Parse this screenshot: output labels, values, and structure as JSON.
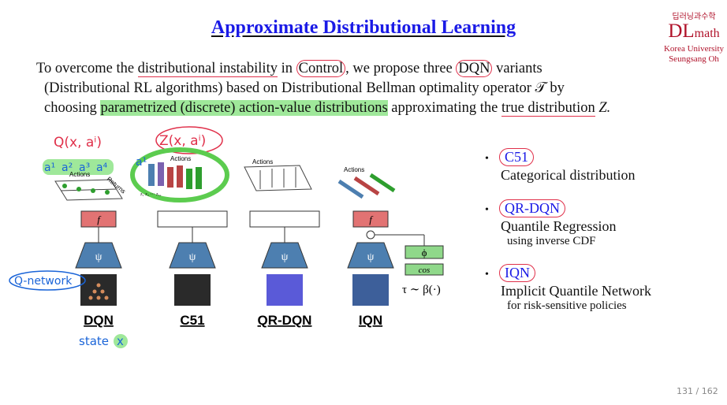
{
  "title": "Approximate Distributional Learning",
  "logo": {
    "korean_top": "딥러닝과수학",
    "dl": "DL",
    "math": "math",
    "university": "Korea University",
    "author": "Seungsang Oh"
  },
  "paragraph": {
    "l1_a": "To overcome the ",
    "l1_b": "distributional instability",
    "l1_c": " in ",
    "l1_d": "Control",
    "l1_e": ", we propose three ",
    "l1_f": "DQN",
    "l1_g": " variants",
    "l2": "(Distributional RL algorithms) based on Distributional Bellman optimality operator 𝒯 by",
    "l3_a": "choosing ",
    "l3_b": "parametrized (discrete) action-value distributions",
    "l3_c": " approximating the ",
    "l3_d": "true distribution",
    "l3_e": " Z."
  },
  "diagram": {
    "panels": [
      {
        "caption": "DQN",
        "f_label": "f"
      },
      {
        "caption": "C51",
        "f_label": ""
      },
      {
        "caption": "QR-DQN",
        "f_label": ""
      },
      {
        "caption": "IQN",
        "f_label": "f"
      }
    ],
    "psi": "ψ",
    "actions": "Actions",
    "returns": "Returns",
    "phi": "ϕ",
    "cos": "cos",
    "tau": "τ ∼ β(·)",
    "annotations": {
      "q": "Q(x, aⁱ)",
      "z": "Z(x, aⁱ)",
      "a_labels": [
        "a¹",
        "a²",
        "a³",
        "a⁴"
      ],
      "c51_a": "a¹",
      "qnet": "Q-network",
      "state": "state",
      "x": "x",
      "z_atoms": "z₁ z₂ ⋯ z₅₁"
    }
  },
  "bullets": [
    {
      "name": "C51",
      "desc": "Categorical distribution",
      "sub": ""
    },
    {
      "name": "QR-DQN",
      "desc": "Quantile Regression",
      "sub": "using inverse CDF"
    },
    {
      "name": "IQN",
      "desc": "Implicit Quantile Network",
      "sub": "for risk-sensitive policies"
    }
  ],
  "page": "131 / 162"
}
